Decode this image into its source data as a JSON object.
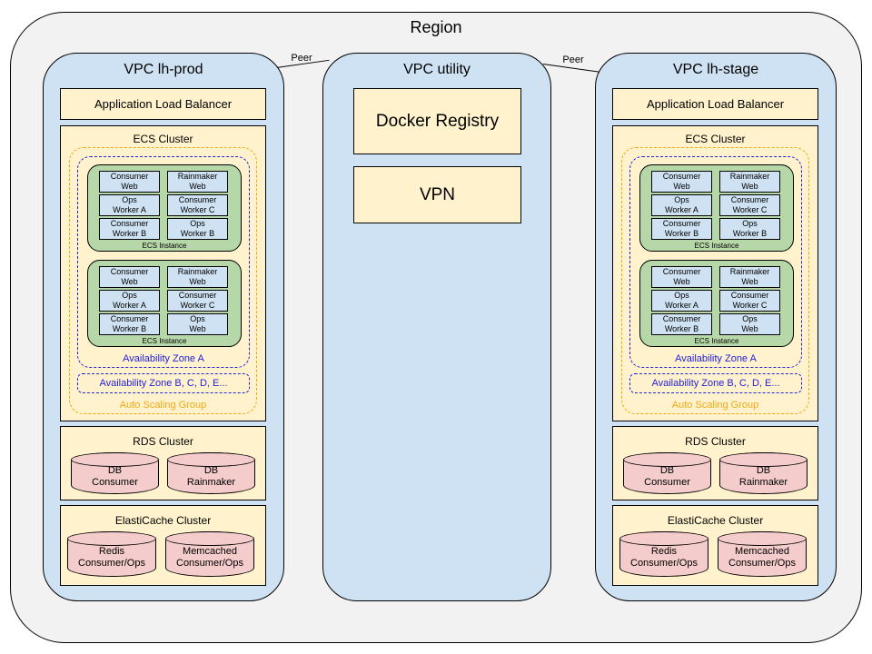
{
  "region": {
    "title": "Region"
  },
  "peer_label": "Peer",
  "vpcs": {
    "prod": {
      "title": "VPC lh-prod",
      "alb": "Application Load Balancer",
      "ecs": {
        "title": "ECS Cluster",
        "instances": [
          {
            "label": "ECS Instance",
            "tasks": [
              "Consumer\nWeb",
              "Rainmaker\nWeb",
              "Ops\nWorker A",
              "Consumer\nWorker C",
              "Consumer\nWorker B",
              "Ops\nWorker B"
            ]
          },
          {
            "label": "ECS Instance",
            "tasks": [
              "Consumer\nWeb",
              "Rainmaker\nWeb",
              "Ops\nWorker A",
              "Consumer\nWorker C",
              "Consumer\nWorker B",
              "Ops\nWeb"
            ]
          }
        ],
        "az_a": "Availability Zone A",
        "az_other": "Availability Zone B, C, D, E...",
        "asg": "Auto Scaling Group"
      },
      "rds": {
        "title": "RDS Cluster",
        "dbs": [
          "DB\nConsumer",
          "DB\nRainmaker"
        ]
      },
      "cache": {
        "title": "ElastiCache Cluster",
        "dbs": [
          "Redis\nConsumer/Ops",
          "Memcached\nConsumer/Ops"
        ]
      }
    },
    "utility": {
      "title": "VPC utility",
      "registry": "Docker Registry",
      "vpn": "VPN"
    },
    "stage": {
      "title": "VPC lh-stage",
      "alb": "Application Load Balancer",
      "ecs": {
        "title": "ECS Cluster",
        "instances": [
          {
            "label": "ECS Instance",
            "tasks": [
              "Consumer\nWeb",
              "Rainmaker\nWeb",
              "Ops\nWorker A",
              "Consumer\nWorker C",
              "Consumer\nWorker B",
              "Ops\nWorker B"
            ]
          },
          {
            "label": "ECS Instance",
            "tasks": [
              "Consumer\nWeb",
              "Rainmaker\nWeb",
              "Ops\nWorker A",
              "Consumer\nWorker C",
              "Consumer\nWorker B",
              "Ops\nWeb"
            ]
          }
        ],
        "az_a": "Availability Zone A",
        "az_other": "Availability Zone B, C, D, E...",
        "asg": "Auto Scaling Group"
      },
      "rds": {
        "title": "RDS Cluster",
        "dbs": [
          "DB\nConsumer",
          "DB\nRainmaker"
        ]
      },
      "cache": {
        "title": "ElastiCache Cluster",
        "dbs": [
          "Redis\nConsumer/Ops",
          "Memcached\nConsumer/Ops"
        ]
      }
    }
  }
}
